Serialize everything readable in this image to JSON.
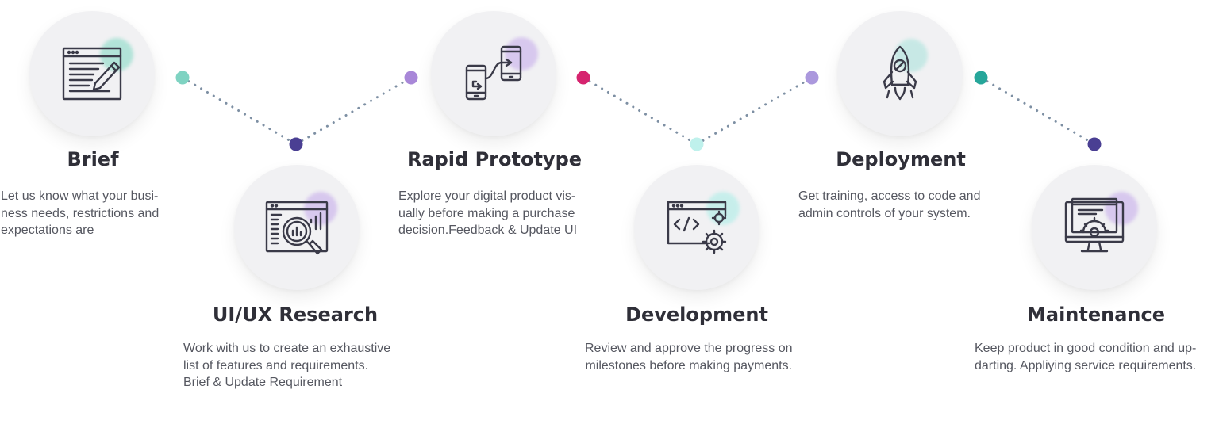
{
  "colors": {
    "line": "#7d8fa3",
    "icon": "#3a3a48",
    "title": "#2f2f38",
    "text": "#555760"
  },
  "steps": [
    {
      "title": "Brief",
      "icon": "document-pen-icon",
      "blob_color": "#7fd8c2",
      "dot_color": "#7fd3c2",
      "lines": [
        "Let us know what your busi-",
        "ness needs, restrictions and",
        "expectations are"
      ]
    },
    {
      "title": "UI/UX Research",
      "icon": "research-magnifier-icon",
      "blob_color": "#c3a7ea",
      "dot_color": "#4a3f93",
      "lines": [
        "Work with us to create an exhaustive",
        "list of features and requirements.",
        "Brief & Update Requirement"
      ]
    },
    {
      "title": "Rapid Prototype",
      "icon": "mobile-prototype-icon",
      "blob_color": "#c3a7ea",
      "dot_color": "#a887d8",
      "lines": [
        "Explore your digital product vis-",
        "ually before making a purchase",
        "decision.Feedback & Update UI"
      ]
    },
    {
      "title": "Development",
      "icon": "code-gears-icon",
      "blob_color": "#a5ede6",
      "dot_color": "#d6246f",
      "lines": [
        "Review and approve the progress on",
        "milestones before making payments."
      ]
    },
    {
      "title": "Deployment",
      "icon": "rocket-icon",
      "blob_color": "#a5e2da",
      "dot_color": "#ab98dd",
      "lines": [
        "Get training, access to code and",
        "admin controls of your system."
      ]
    },
    {
      "title": "Maintenance",
      "icon": "monitor-gear-icon",
      "blob_color": "#c3a7ea",
      "dot_color": "#26a69a",
      "lines": [
        "Keep product in good condition and up-",
        "darting. Appliying service requirements."
      ]
    }
  ],
  "mid_dots": [
    "#4a3f93",
    "#bff1ec",
    "#4a3f93"
  ]
}
